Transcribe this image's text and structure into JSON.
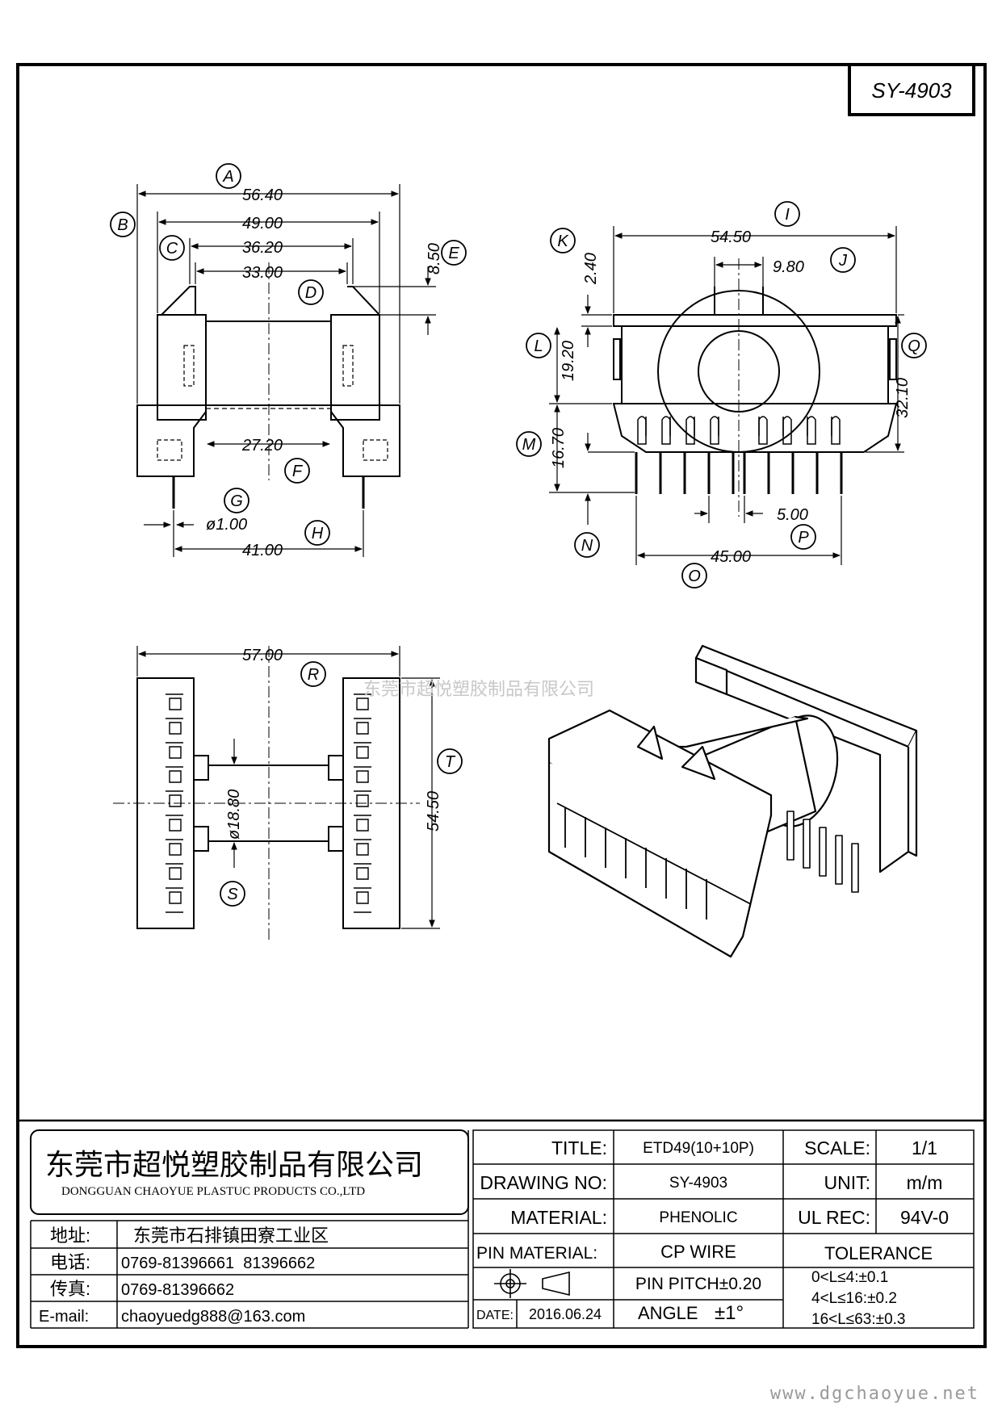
{
  "drawing_code": "SY-4903",
  "dims": {
    "A": "A",
    "a_val": "56.40",
    "B": "B",
    "b_val": "49.00",
    "C": "C",
    "c_val": "36.20",
    "D": "D",
    "d_val": "33.00",
    "E": "E",
    "e_val": "8.50",
    "F": "F",
    "f_val": "27.20",
    "G": "G",
    "g_val": "ø1.00",
    "H": "H",
    "h_val": "41.00",
    "I": "I",
    "i_val": "54.50",
    "J": "J",
    "j_val": "9.80",
    "K": "K",
    "k_val": "2.40",
    "L": "L",
    "l_val": "19.20",
    "M": "M",
    "m_val": "16.70",
    "N": "N",
    "O": "O",
    "o_val": "45.00",
    "P": "P",
    "p_val": "5.00",
    "Q": "Q",
    "q_val": "32.10",
    "R": "R",
    "r_val": "57.00",
    "S": "S",
    "s_val": "ø18.80",
    "T": "T",
    "t_val": "54.50"
  },
  "watermark": {
    "company": "东莞市超悦塑胶制品有限公司",
    "website": "www.dgchaoyue.net"
  },
  "title_block": {
    "company_cn": "东莞市超悦塑胶制品有限公司",
    "company_en": "DONGGUAN CHAOYUE PLASTUC PRODUCTS CO.,LTD",
    "address_label": "地址:",
    "address": "东莞市石排镇田寮工业区",
    "tel_label": "电话:",
    "tel": "0769-81396661  81396662",
    "fax_label": "传真:",
    "fax": "0769-81396662",
    "email_label": "E-mail:",
    "email": "chaoyuedg888@163.com",
    "title_label": "TITLE:",
    "title": "ETD49(10+10P)",
    "drawing_no_label": "DRAWING NO:",
    "drawing_no": "SY-4903",
    "material_label": "MATERIAL:",
    "material": "PHENOLIC",
    "pin_material_label": "PIN MATERIAL:",
    "pin_material": "CP WIRE",
    "pin_pitch": "PIN PITCH±0.20",
    "date_label": "DATE:",
    "date": "2016.06.24",
    "angle_label": "ANGLE",
    "angle": "±1°",
    "scale_label": "SCALE:",
    "scale": "1/1",
    "unit_label": "UNIT:",
    "unit": "m/m",
    "ul_label": "UL REC:",
    "ul": "94V-0",
    "tolerance_label": "TOLERANCE",
    "tol1": "0<L≤4:±0.1",
    "tol2": "4<L≤16:±0.2",
    "tol3": "16<L≤63:±0.3"
  }
}
